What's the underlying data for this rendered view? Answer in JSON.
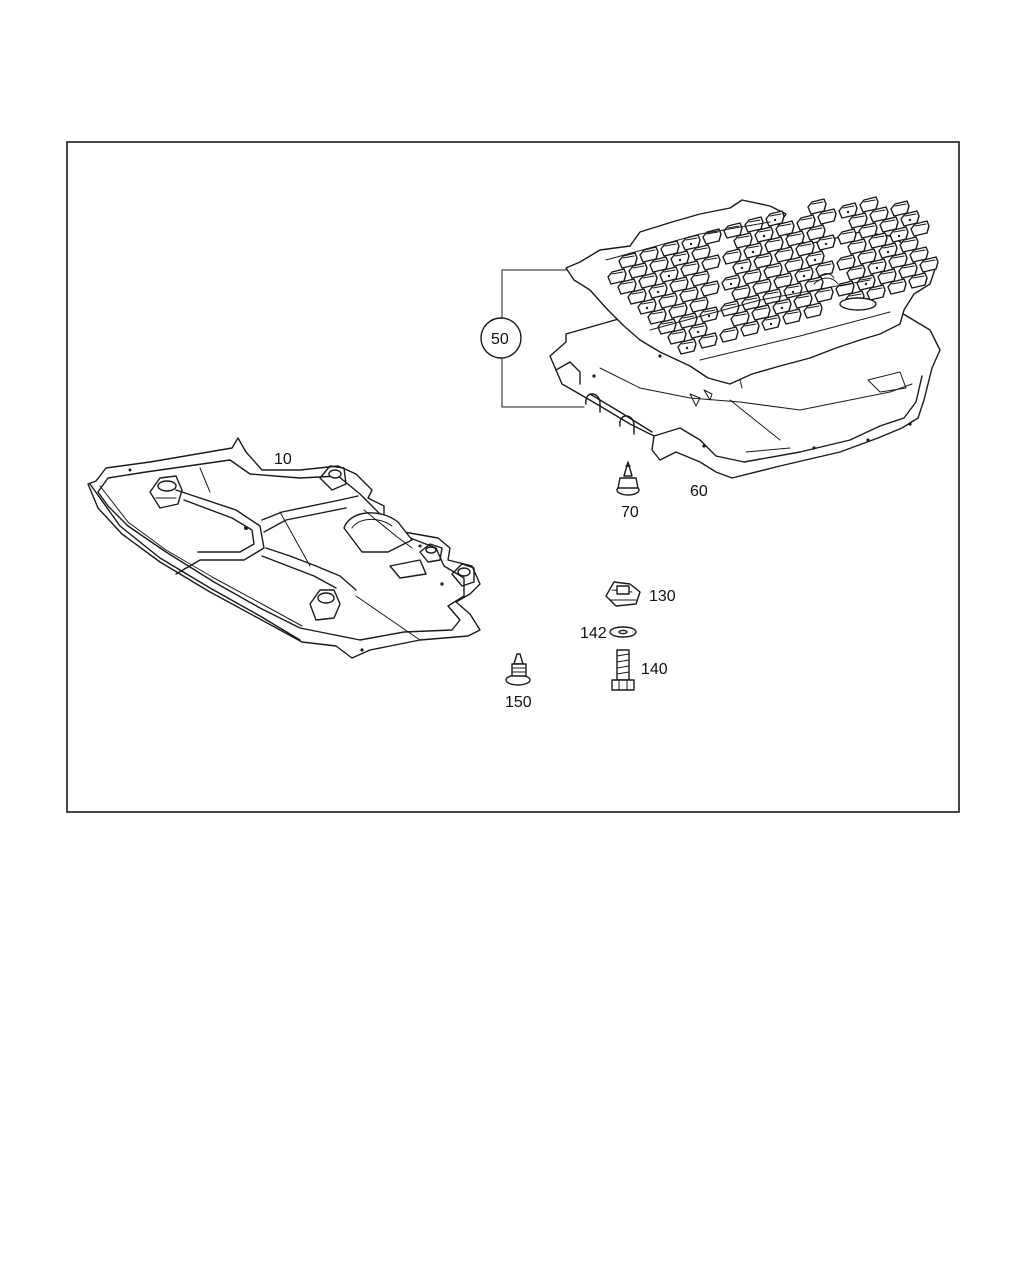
{
  "callouts": {
    "p10": "10",
    "p50": "50",
    "p60": "60",
    "p70": "70",
    "p130": "130",
    "p140": "140",
    "p142": "142",
    "p150": "150"
  },
  "colors": {
    "line": "#1a1a1a",
    "background": "#ffffff"
  }
}
